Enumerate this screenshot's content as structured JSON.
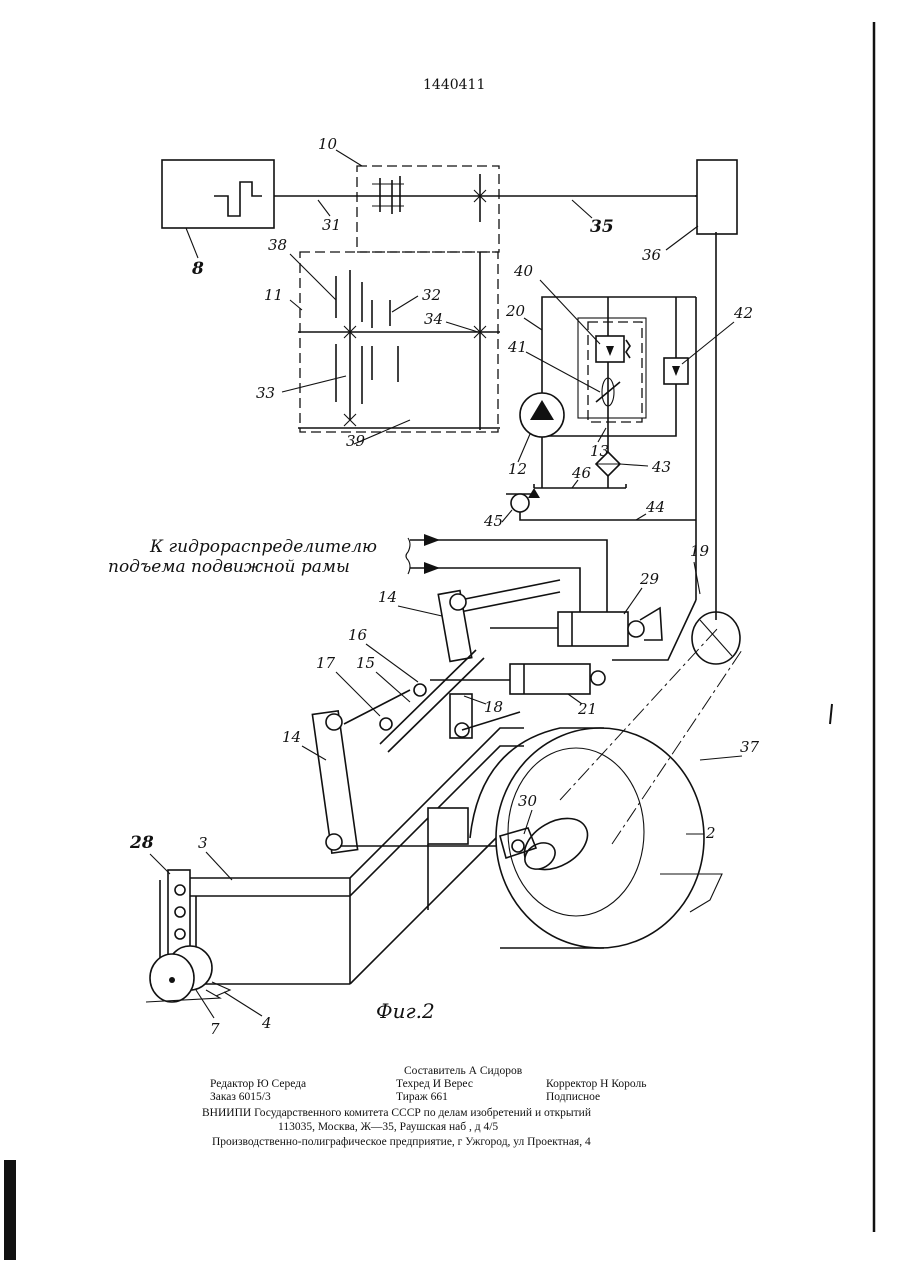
{
  "patent_number": "1440411",
  "figure_caption": "Фиг.2",
  "annotation": {
    "line1": "К гидрораспределителю",
    "line2": "подъема подвижной рамы"
  },
  "labels": {
    "l1": "1",
    "l2": "2",
    "l3": "3",
    "l4": "4",
    "l7": "7",
    "l8": "8",
    "l10": "10",
    "l11": "11",
    "l12": "12",
    "l13": "13",
    "l14a": "14",
    "l14b": "14",
    "l15": "15",
    "l16": "16",
    "l17": "17",
    "l18": "18",
    "l19": "19",
    "l20": "20",
    "l21": "21",
    "l28": "28",
    "l29": "29",
    "l30": "30",
    "l31": "31",
    "l32": "32",
    "l33": "33",
    "l34": "34",
    "l35": "35",
    "l36": "36",
    "l37": "37",
    "l38": "38",
    "l39": "39",
    "l40": "40",
    "l41": "41",
    "l42": "42",
    "l43": "43",
    "l44": "44",
    "l45": "45",
    "l46": "46"
  },
  "footer": {
    "compiler": "Составитель А Сидоров",
    "editor": "Редактор Ю Середа",
    "techred": "Техред И Верес",
    "corrector": "Корректор Н Король",
    "order": "Заказ 6015/3",
    "circulation": "Тираж 661",
    "subscription": "Подписное",
    "org": "ВНИИПИ Государственного комитета СССР по делам изобретений и открытий",
    "address": "113035, Москва, Ж—35, Раушская наб , д 4/5",
    "printer": "Производственно-полиграфическое предприятие, г Ужгород, ул Проектная, 4"
  }
}
